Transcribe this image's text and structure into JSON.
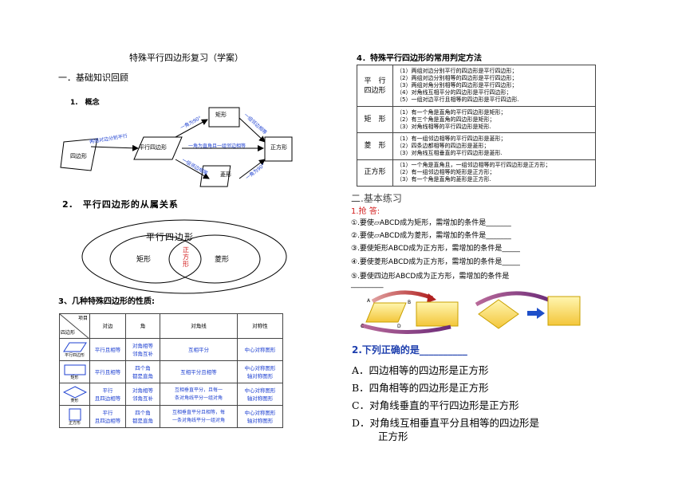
{
  "doc": {
    "title": "特殊平行四边形复习（学案）",
    "section1": "一．基础知识回顾",
    "item1": "1.　概念",
    "concept": {
      "node_quad": "四边形",
      "node_para": "平行四边形",
      "node_rect": "矩形",
      "node_rhombus": "菱形",
      "node_square": "正方形",
      "edge_quad_para": "两组对边分别平行",
      "edge_para_rect": "一角为90°",
      "edge_para_rhombus": "一组邻边相等",
      "edge_para_square": "一角为直角且一组邻边相等",
      "edge_rect_square": "一组邻边相等",
      "edge_rhombus_square": "一角为90°"
    },
    "item2": "2.　平行四边形的从属关系",
    "venn": {
      "outer": "平行四边形",
      "left": "矩形",
      "center": "正方形",
      "right": "菱形"
    },
    "item3": "3、几种特殊四边形的性质:",
    "props": {
      "corner_top": "项目",
      "corner_bottom": "四边形",
      "headers": [
        "对边",
        "角",
        "对角线",
        "对称性"
      ],
      "rows": [
        {
          "name": "平行四边形",
          "edge": "平行且相等",
          "angle": "对角相等\n邻角互补",
          "diag": "互相平分",
          "sym": "中心对称图形"
        },
        {
          "name": "矩形",
          "edge": "平行且相等",
          "angle": "四个角\n都是直角",
          "diag": "互相平分且相等",
          "sym": "中心对称图形\n轴对称图形"
        },
        {
          "name": "菱形",
          "edge": "平行\n且四边相等",
          "angle": "对角相等\n邻角互补",
          "diag": "互相垂直平分，且每一\n条对角线平分一组对角",
          "sym": "中心对称图形\n轴对称图形"
        },
        {
          "name": "正方形",
          "edge": "平行\n且四边相等",
          "angle": "四个角\n都是直角",
          "diag": "互相垂直平分且相等，每\n一条对角线平分一组对角",
          "sym": "中心对称图形\n轴对称图形"
        }
      ]
    },
    "item4": "4．特殊平行四边形的常用判定方法",
    "judge": [
      {
        "label": "平　行\n四边形",
        "lines": [
          "（1）两组对边分别平行的四边形是平行四边形；",
          "（2）两组对边分别相等的四边形是平行四边形；",
          "（3）两组对角分别相等的四边形是平行四边形；",
          "（4）对角线互相平分的四边形是平行四边形；",
          "（5）一组对边平行且相等的四边形是平行四边形."
        ]
      },
      {
        "label": "矩　形",
        "lines": [
          "（1）有一个角是直角的平行四边形是矩形；",
          "（2）有三个角是直角的四边形是矩形；",
          "（3）对角线相等的平行四边形是矩形."
        ]
      },
      {
        "label": "菱　形",
        "lines": [
          "（1）有一组邻边相等的平行四边形是菱形；",
          "（2）四条边都相等的四边形是菱形；",
          "（3）对角线互相垂直的平行四边形是菱形."
        ]
      },
      {
        "label": "正方形",
        "lines": [
          "（1）一个角是直角且，一组邻边相等的平行四边形是正方形；",
          "（2）有一组邻边相等的矩形是正方形；",
          "（3）有一个角是直角的菱形是正方形."
        ]
      }
    ],
    "section2": "二.基本练习",
    "q1_title": "1.抢 答:",
    "q1_items": [
      "①.要使▱ABCD成为矩形，需增加的条件是_______",
      "②.要使▱ABCD成为菱形，需增加的条件是_______",
      "③.要使矩形ABCD成为正方形，需增加的条件是_____",
      "④.要使菱形ABCD成为正方形，需增加的条件是_____",
      "⑤.要使四边形ABCD成为正方形，需增加的条件是"
    ],
    "q1_blank": "_________",
    "fig_labels": {
      "a": "A",
      "b": "B",
      "c": "C",
      "d": "D"
    },
    "q2_title": "2.下列正确的是__________",
    "choices": [
      "A．四边相等的四边形是正方形",
      "B．四角相等的四边形是正方形",
      "C．对角线垂直的平行四边形是正方形",
      "D．对角线互相垂直平分且相等的四边形是"
    ],
    "choice_d_line2": "正方形"
  }
}
